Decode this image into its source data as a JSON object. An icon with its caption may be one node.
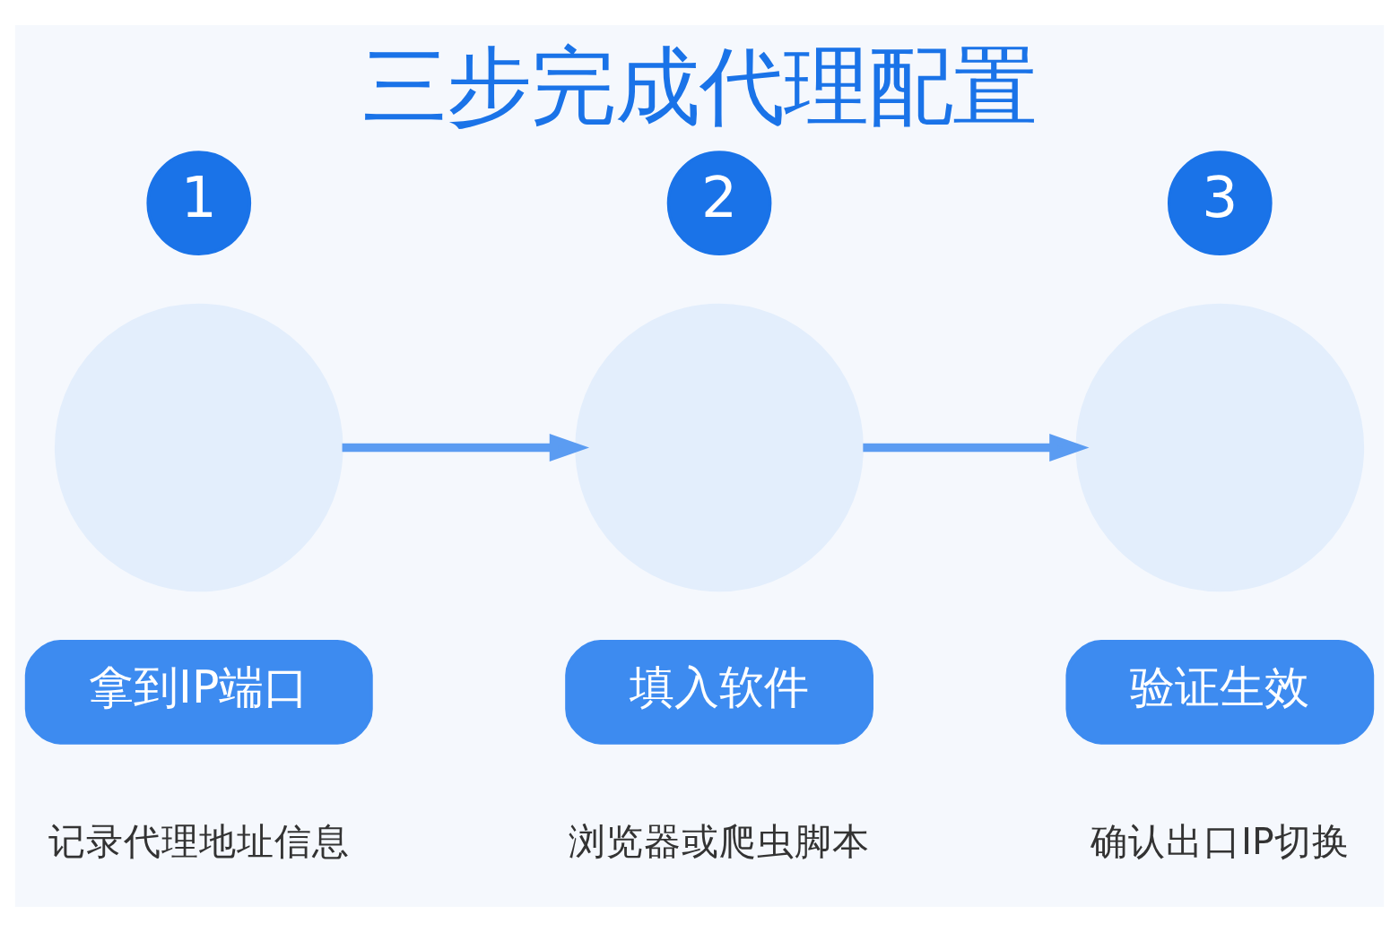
{
  "diagram": {
    "title": "三步完成代理配置",
    "nodes": [
      {
        "text": [
          "1"
        ]
      },
      {
        "text": [],
        "shape": "circle"
      },
      {
        "text": [
          "拿到IP端口"
        ],
        "beside": [
          "记录代理地址信息"
        ]
      },
      {
        "text": [
          "2"
        ]
      },
      {
        "text": [],
        "shape": "circle"
      },
      {
        "text": [
          "填入软件"
        ],
        "beside": [
          "浏览器或爬虫脚本"
        ]
      },
      {
        "text": [
          "3"
        ]
      },
      {
        "text": [],
        "shape": "circle"
      },
      {
        "text": [
          "验证生效"
        ],
        "beside": [
          "确认出口IP切换"
        ]
      }
    ],
    "edges": [
      {
        "from": 1,
        "to": 4,
        "arrow": "to"
      },
      {
        "from": 4,
        "to": 7,
        "arrow": "to"
      }
    ]
  }
}
